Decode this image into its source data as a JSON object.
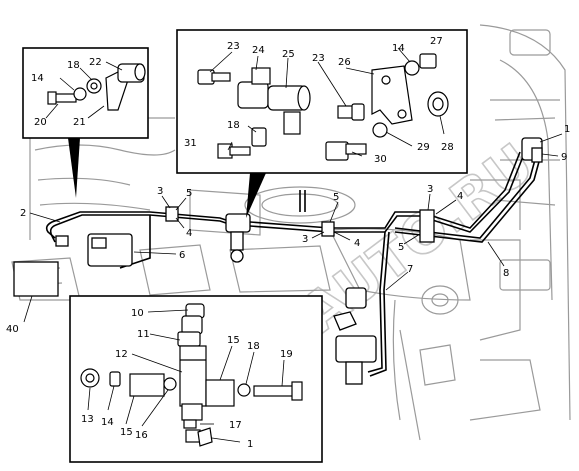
{
  "watermark": "DV-AUTO.RU",
  "colors": {
    "line": "#000000",
    "engine": "#9a9a9a",
    "background": "#ffffff",
    "watermark": "#9a9a9a"
  },
  "callouts": {
    "main": [
      {
        "id": "m1",
        "text": "1"
      },
      {
        "id": "m9",
        "text": "9"
      },
      {
        "id": "m2",
        "text": "2"
      },
      {
        "id": "m3a",
        "text": "3"
      },
      {
        "id": "m5a",
        "text": "5"
      },
      {
        "id": "m4a",
        "text": "4"
      },
      {
        "id": "m6",
        "text": "6"
      },
      {
        "id": "m40",
        "text": "40"
      },
      {
        "id": "m3b",
        "text": "3"
      },
      {
        "id": "m5b",
        "text": "5"
      },
      {
        "id": "m4b",
        "text": "4"
      },
      {
        "id": "m3c",
        "text": "3"
      },
      {
        "id": "m4c",
        "text": "4"
      },
      {
        "id": "m5c",
        "text": "5"
      },
      {
        "id": "m7",
        "text": "7"
      },
      {
        "id": "m8",
        "text": "8"
      }
    ],
    "inset_left": [
      {
        "id": "l22",
        "text": "22"
      },
      {
        "id": "l18",
        "text": "18"
      },
      {
        "id": "l14",
        "text": "14"
      },
      {
        "id": "l20",
        "text": "20"
      },
      {
        "id": "l21",
        "text": "21"
      }
    ],
    "inset_top": [
      {
        "id": "t23a",
        "text": "23"
      },
      {
        "id": "t24",
        "text": "24"
      },
      {
        "id": "t25",
        "text": "25"
      },
      {
        "id": "t23b",
        "text": "23"
      },
      {
        "id": "t26",
        "text": "26"
      },
      {
        "id": "t14",
        "text": "14"
      },
      {
        "id": "t27",
        "text": "27"
      },
      {
        "id": "t18",
        "text": "18"
      },
      {
        "id": "t31",
        "text": "31"
      },
      {
        "id": "t30",
        "text": "30"
      },
      {
        "id": "t29",
        "text": "29"
      },
      {
        "id": "t28",
        "text": "28"
      }
    ],
    "inset_bottom": [
      {
        "id": "b10",
        "text": "10"
      },
      {
        "id": "b11",
        "text": "11"
      },
      {
        "id": "b12",
        "text": "12"
      },
      {
        "id": "b13",
        "text": "13"
      },
      {
        "id": "b14",
        "text": "14"
      },
      {
        "id": "b15a",
        "text": "15"
      },
      {
        "id": "b16",
        "text": "16"
      },
      {
        "id": "b15b",
        "text": "15"
      },
      {
        "id": "b18",
        "text": "18"
      },
      {
        "id": "b19",
        "text": "19"
      },
      {
        "id": "b17",
        "text": "17"
      },
      {
        "id": "b1",
        "text": "1"
      }
    ]
  }
}
